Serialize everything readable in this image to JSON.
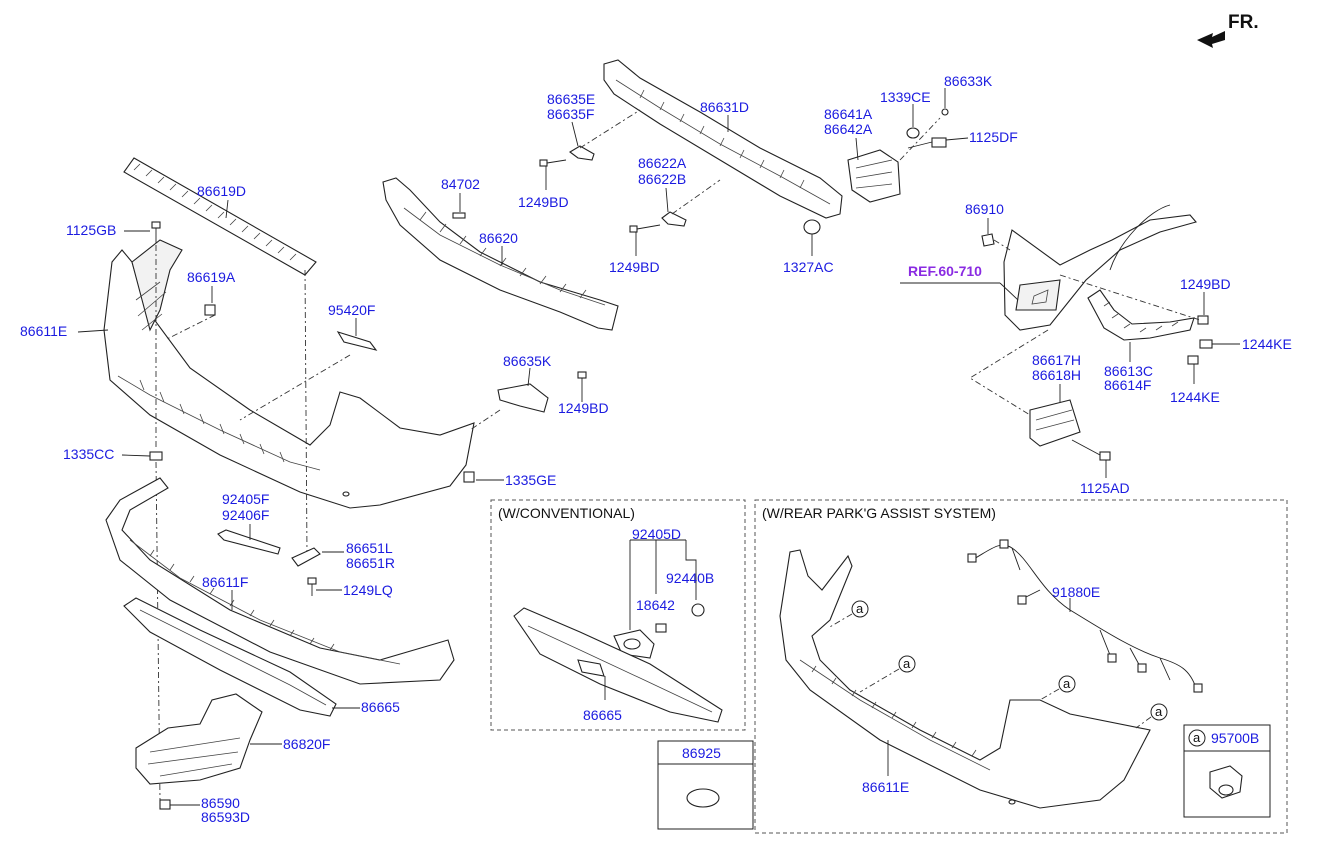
{
  "direction_label": "FR.",
  "ref_label": "REF.60-710",
  "boxes": {
    "conventional": "(W/CONVENTIONAL)",
    "park_assist": "(W/REAR PARK'G ASSIST SYSTEM)"
  },
  "callout_marker": "a",
  "labels": {
    "p86619D": "86619D",
    "p1125GB": "1125GB",
    "p86619A": "86619A",
    "p86611E": "86611E",
    "p1335CC": "1335CC",
    "p84702": "84702",
    "p86620": "86620",
    "p86635E": "86635E",
    "p86635F": "86635F",
    "p1249BD_a": "1249BD",
    "p86631D": "86631D",
    "p86622A": "86622A",
    "p86622B": "86622B",
    "p1249BD_b": "1249BD",
    "p86641A": "86641A",
    "p86642A": "86642A",
    "p1339CE": "1339CE",
    "p86633K": "86633K",
    "p1125DF": "1125DF",
    "p1327AC": "1327AC",
    "p86910": "86910",
    "p1249BD_c": "1249BD",
    "p1244KE_a": "1244KE",
    "p86613C": "86613C",
    "p86614F": "86614F",
    "p1244KE_b": "1244KE",
    "p86617H": "86617H",
    "p86618H": "86618H",
    "p1125AD": "1125AD",
    "p95420F": "95420F",
    "p86635K": "86635K",
    "p1249BD_d": "1249BD",
    "p1335GE": "1335GE",
    "p92405F": "92405F",
    "p92406F": "92406F",
    "p86651L": "86651L",
    "p86651R": "86651R",
    "p1249LQ": "1249LQ",
    "p86611F": "86611F",
    "p86665_a": "86665",
    "p86820F": "86820F",
    "p86590": "86590",
    "p86593D": "86593D",
    "p92405D": "92405D",
    "p92440B": "92440B",
    "p18642": "18642",
    "p86665_b": "86665",
    "p86925": "86925",
    "p91880E": "91880E",
    "p86611E_b": "86611E",
    "p95700B": "95700B"
  }
}
